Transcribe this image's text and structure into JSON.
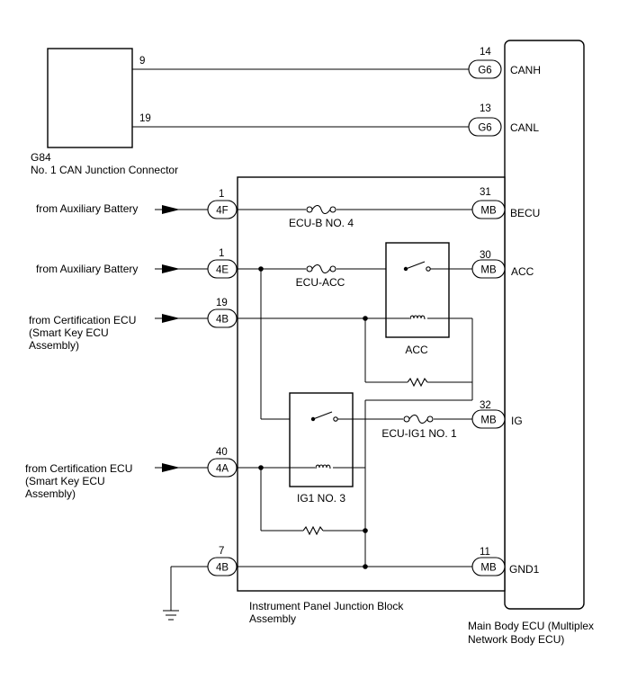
{
  "junction_connector": {
    "code": "G84",
    "name": "No. 1 CAN Junction Connector"
  },
  "junction_block": {
    "name_line1": "Instrument Panel Junction Block",
    "name_line2": "Assembly"
  },
  "main_body_ecu": {
    "name_line1": "Main Body ECU (Multiplex",
    "name_line2": "Network Body ECU)"
  },
  "can_lines": [
    {
      "g84_pin": "9",
      "ecu_pin": "14",
      "connector": "G6",
      "signal": "CANH"
    },
    {
      "g84_pin": "19",
      "ecu_pin": "13",
      "connector": "G6",
      "signal": "CANL"
    }
  ],
  "inputs": [
    {
      "pin": "1",
      "connector": "4F",
      "source_line1": "from Auxiliary Battery",
      "source_line2": "",
      "source_line3": ""
    },
    {
      "pin": "1",
      "connector": "4E",
      "source_line1": "from Auxiliary Battery",
      "source_line2": "",
      "source_line3": ""
    },
    {
      "pin": "19",
      "connector": "4B",
      "source_line1": "from Certification ECU",
      "source_line2": "(Smart Key ECU",
      "source_line3": "Assembly)"
    },
    {
      "pin": "40",
      "connector": "4A",
      "source_line1": "from Certification ECU",
      "source_line2": "(Smart Key ECU",
      "source_line3": "Assembly)"
    },
    {
      "pin": "7",
      "connector": "4B"
    }
  ],
  "outputs": [
    {
      "pin": "31",
      "connector": "MB",
      "signal": "BECU"
    },
    {
      "pin": "30",
      "connector": "MB",
      "signal": "ACC"
    },
    {
      "pin": "32",
      "connector": "MB",
      "signal": "IG"
    },
    {
      "pin": "11",
      "connector": "MB",
      "signal": "GND1"
    }
  ],
  "fuses": {
    "ecu_b": "ECU-B NO. 4",
    "ecu_acc": "ECU-ACC",
    "ecu_ig1": "ECU-IG1 NO. 1"
  },
  "relays": {
    "acc": "ACC",
    "ig1": "IG1 NO. 3"
  },
  "colors": {
    "line": "#000000",
    "background": "#ffffff"
  },
  "icons": [
    "fuse-icon",
    "relay-switch-icon",
    "relay-coil-icon",
    "resistor-icon",
    "ground-icon",
    "arrow-icon"
  ]
}
